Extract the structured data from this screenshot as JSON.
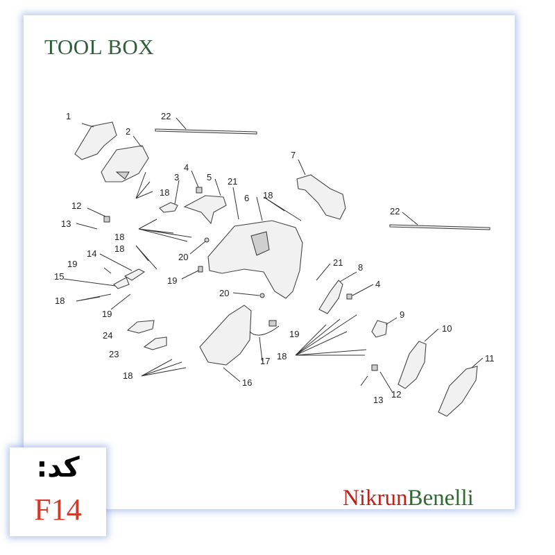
{
  "title": "TOOL BOX",
  "callouts": [
    "1",
    "2",
    "3",
    "4",
    "5",
    "6",
    "7",
    "8",
    "9",
    "10",
    "11",
    "12",
    "13",
    "14",
    "15",
    "16",
    "17",
    "18",
    "19",
    "20",
    "21",
    "22",
    "23",
    "24"
  ],
  "code_box": {
    "label": "کد:",
    "value": "F14"
  },
  "brand": {
    "part1": "Nikrun",
    "part2": "Benelli"
  },
  "colors": {
    "title": "#2e5e3a",
    "code_value": "#d03a2a",
    "brand_red": "#c0201a",
    "brand_green": "#2e6b2e",
    "border_glow": "#7896dc"
  }
}
